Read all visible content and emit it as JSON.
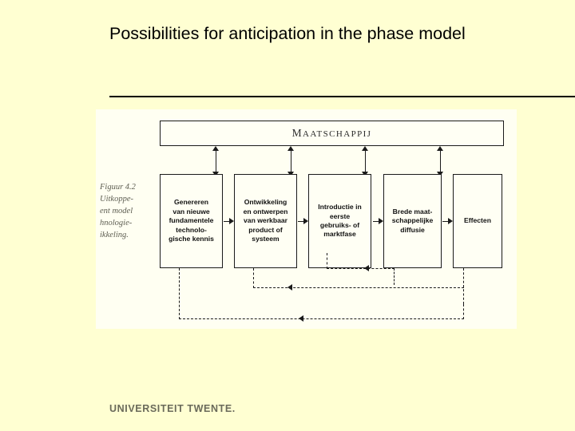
{
  "slide": {
    "title": "Possibilities for anticipation in the phase model",
    "footer_logo": "UNIVERSITEIT TWENTE."
  },
  "figure": {
    "caption_lines": [
      "Figuur 4.2",
      "Uitkoppe-",
      "ent model",
      "hnologie-",
      "ikkeling."
    ],
    "society_bar": {
      "label_first_letter": "M",
      "label_rest": "AATSCHAPPIJ",
      "full_label": "MAATSCHAPPIJ"
    },
    "phases": [
      {
        "id": "phase-1",
        "label": "Genereren\nvan nieuwe\nfundamentele\ntechnolo-\ngische kennis"
      },
      {
        "id": "phase-2",
        "label": "Ontwikkeling\nen ontwerpen\nvan werkbaar\nproduct of\nsysteem"
      },
      {
        "id": "phase-3",
        "label": "Introductie in\neerste\ngebruiks- of\nmarktfase"
      },
      {
        "id": "phase-4",
        "label": "Brede maat-\nschappelijke\ndiffusie"
      },
      {
        "id": "phase-5",
        "label": "Effecten"
      }
    ],
    "flow_arrows": 4,
    "society_arrows": 4,
    "feedback_loops": 3
  }
}
